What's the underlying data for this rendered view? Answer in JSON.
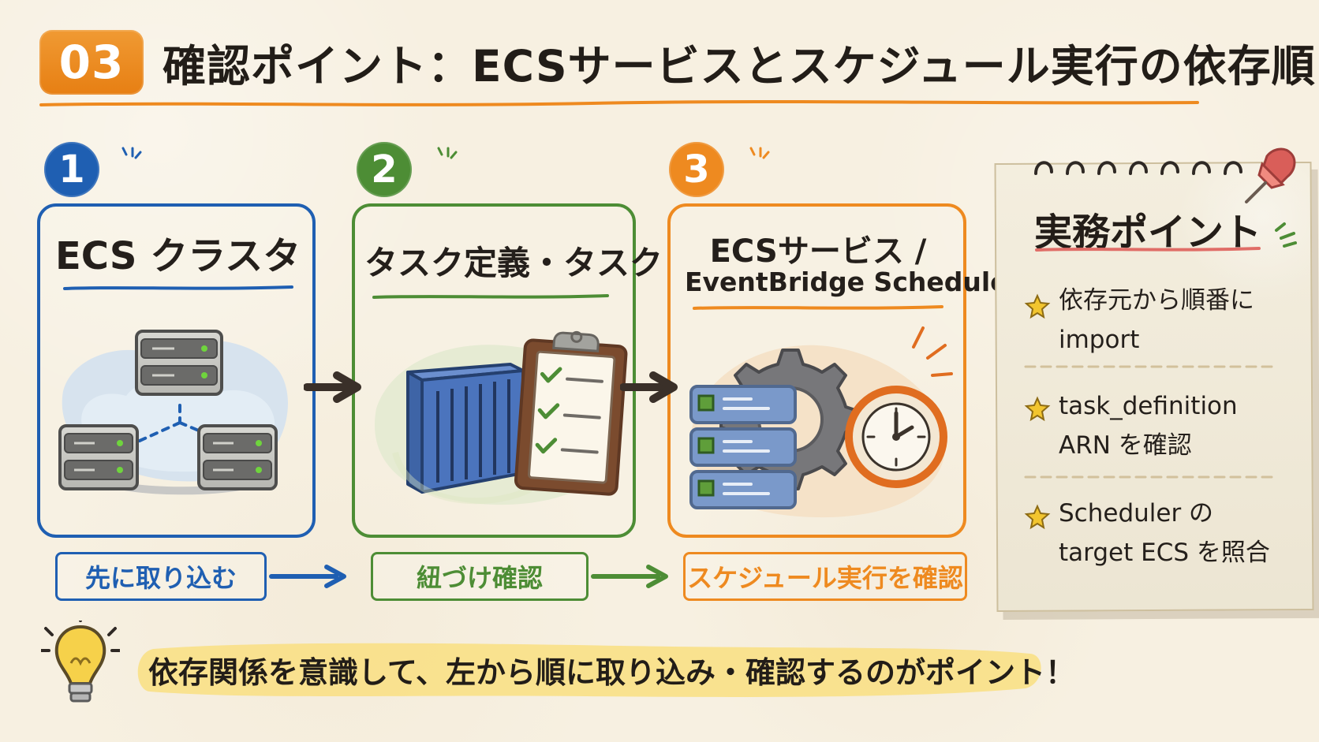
{
  "header": {
    "badge": "03",
    "title": "確認ポイント：ECSサービスとスケジュール実行の依存順"
  },
  "steps": [
    {
      "number": "1",
      "title": "ECS クラスタ",
      "bottom_label": "先に取り込む"
    },
    {
      "number": "2",
      "title": "タスク定義・タスク",
      "bottom_label": "紐づけ確認"
    },
    {
      "number": "3",
      "title_line1": "ECSサービス /",
      "title_line2": "EventBridge Scheduler",
      "bottom_label": "スケジュール実行を確認"
    }
  ],
  "notes": {
    "title": "実務ポイント",
    "items": [
      "依存元から順番に\nimport",
      "task_definition\nARN を確認",
      "Scheduler の\ntarget ECS を照合"
    ]
  },
  "footer": {
    "text": "依存関係を意識して、左から順に取り込み・確認するのがポイント！"
  },
  "colors": {
    "blue": "#1f5fb2",
    "green": "#4d8d35",
    "orange": "#ee8a20",
    "paper": "#f7f0e1"
  },
  "icons": {
    "cluster": "server-cluster-icon",
    "task": "container-checklist-icon",
    "service": "gear-server-clock-icon",
    "note_star": "star-icon",
    "note_pin": "pushpin-icon",
    "footer": "lightbulb-icon"
  }
}
